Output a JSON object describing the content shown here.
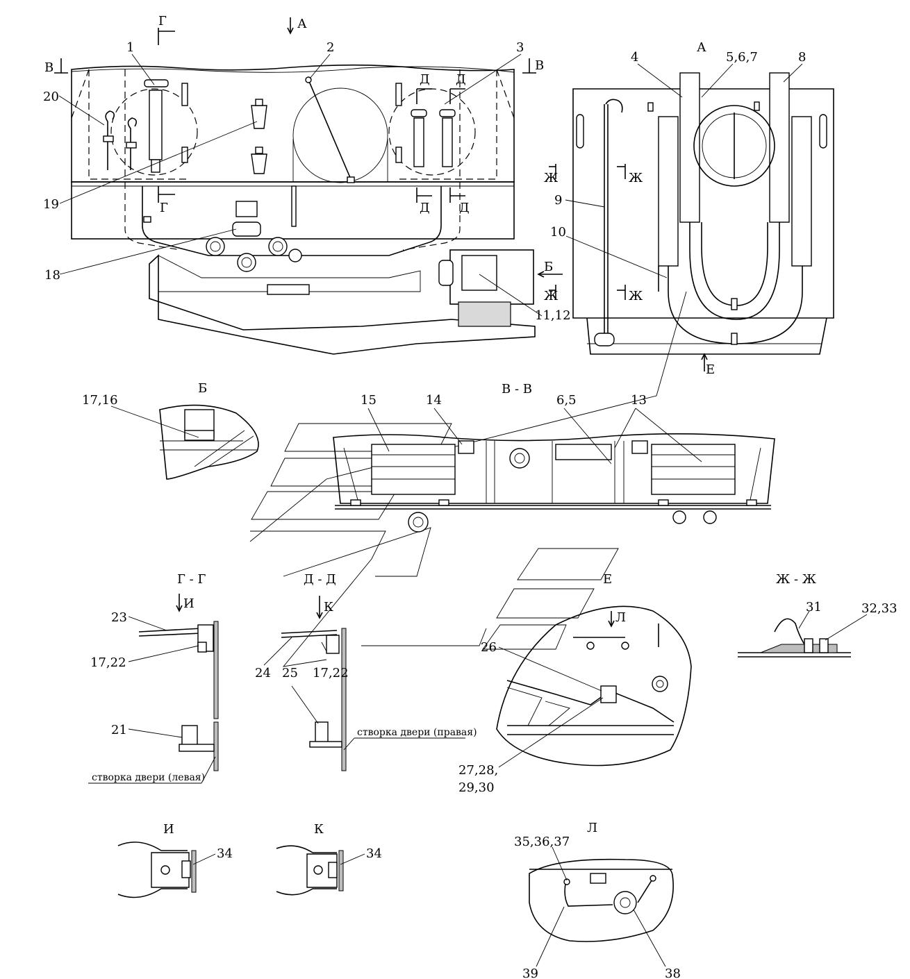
{
  "views": {
    "a": "А",
    "b": "Б",
    "vv": "В - В",
    "gg": "Г - Г",
    "dd": "Д - Д",
    "e": "Е",
    "zhzh": "Ж - Ж",
    "i": "И",
    "k": "К",
    "l": "Л"
  },
  "markers": {
    "a": "А",
    "b": "Б",
    "v": "В",
    "g": "Г",
    "d": "Д",
    "e": "Е",
    "zh": "Ж",
    "i": "И",
    "k": "К",
    "l": "Л"
  },
  "callouts": {
    "c1": "1",
    "c2": "2",
    "c3": "3",
    "c4": "4",
    "c567": "5,6,7",
    "c8": "8",
    "c9": "9",
    "c10": "10",
    "c1112": "11,12",
    "c13": "13",
    "c14": "14",
    "c15": "15",
    "c65": "6,5",
    "c1716": "17,16",
    "c18": "18",
    "c19": "19",
    "c20": "20",
    "c21": "21",
    "c23": "23",
    "c1722a": "17,22",
    "c24": "24",
    "c25": "25",
    "c1722b": "17,22",
    "c26": "26",
    "c2728": "27,28,",
    "c2930": "29,30",
    "c31": "31",
    "c3233": "32,33",
    "c34a": "34",
    "c34b": "34",
    "c353637": "35,36,37",
    "c38": "38",
    "c39": "39"
  },
  "notes": {
    "door_left": "створка двери (левая)",
    "door_right": "створка двери (правая)"
  }
}
